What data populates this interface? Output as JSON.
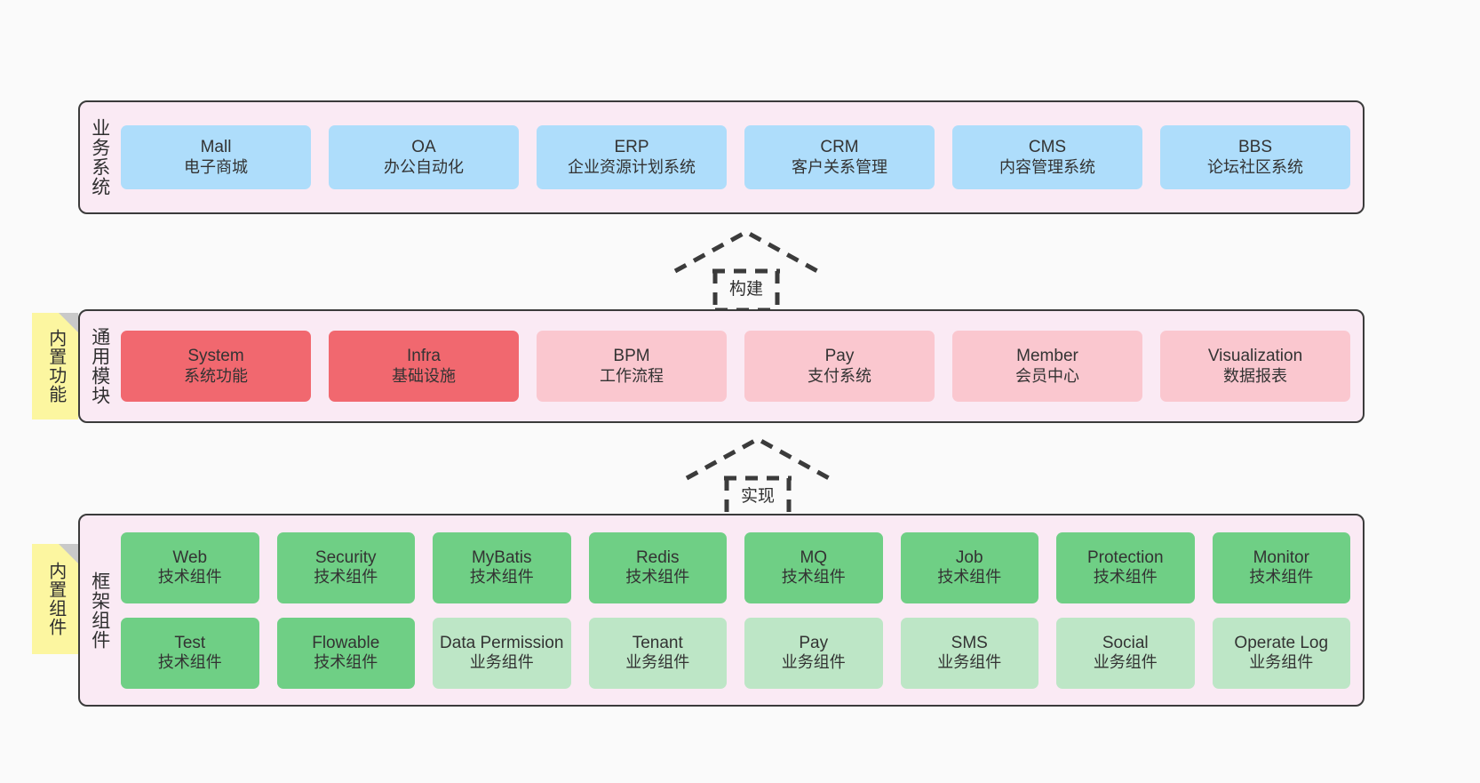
{
  "diagram": {
    "title": "",
    "background": "#fafafa",
    "colors": {
      "layer_fill": "#FAEAF4",
      "layer_border": "#3b3b3b",
      "business_cell": "#AEDDFB",
      "core_module": "#F1686F",
      "optional_module": "#FAC7CF",
      "tech_component": "#6FCF85",
      "business_component": "#BDE6C6",
      "sticky_note": "#FCF6A0",
      "sticky_fold": "#c9c9c9"
    }
  },
  "layers": {
    "business": {
      "title": "业务系统",
      "rows": [
        [
          {
            "en": "Mall",
            "cn": "电子商城"
          },
          {
            "en": "OA",
            "cn": "办公自动化"
          },
          {
            "en": "ERP",
            "cn": "企业资源计划系统"
          },
          {
            "en": "CRM",
            "cn": "客户关系管理"
          },
          {
            "en": "CMS",
            "cn": "内容管理系统"
          },
          {
            "en": "BBS",
            "cn": "论坛社区系统"
          }
        ]
      ]
    },
    "common": {
      "title": "通用模块",
      "rows": [
        [
          {
            "en": "System",
            "cn": "系统功能",
            "style": "c-red"
          },
          {
            "en": "Infra",
            "cn": "基础设施",
            "style": "c-red"
          },
          {
            "en": "BPM",
            "cn": "工作流程",
            "style": "c-pink"
          },
          {
            "en": "Pay",
            "cn": "支付系统",
            "style": "c-pink"
          },
          {
            "en": "Member",
            "cn": "会员中心",
            "style": "c-pink"
          },
          {
            "en": "Visualization",
            "cn": "数据报表",
            "style": "c-pink"
          }
        ]
      ]
    },
    "framework": {
      "title": "框架组件",
      "rows": [
        [
          {
            "en": "Web",
            "cn": "技术组件",
            "style": "c-green"
          },
          {
            "en": "Security",
            "cn": "技术组件",
            "style": "c-green"
          },
          {
            "en": "MyBatis",
            "cn": "技术组件",
            "style": "c-green"
          },
          {
            "en": "Redis",
            "cn": "技术组件",
            "style": "c-green"
          },
          {
            "en": "MQ",
            "cn": "技术组件",
            "style": "c-green"
          },
          {
            "en": "Job",
            "cn": "技术组件",
            "style": "c-green"
          },
          {
            "en": "Protection",
            "cn": "技术组件",
            "style": "c-green"
          },
          {
            "en": "Monitor",
            "cn": "技术组件",
            "style": "c-green"
          }
        ],
        [
          {
            "en": "Test",
            "cn": "技术组件",
            "style": "c-green"
          },
          {
            "en": "Flowable",
            "cn": "技术组件",
            "style": "c-green"
          },
          {
            "en": "Data Permission",
            "cn": "业务组件",
            "style": "c-lightgreen"
          },
          {
            "en": "Tenant",
            "cn": "业务组件",
            "style": "c-lightgreen"
          },
          {
            "en": "Pay",
            "cn": "业务组件",
            "style": "c-lightgreen"
          },
          {
            "en": "SMS",
            "cn": "业务组件",
            "style": "c-lightgreen"
          },
          {
            "en": "Social",
            "cn": "业务组件",
            "style": "c-lightgreen"
          },
          {
            "en": "Operate Log",
            "cn": "业务组件",
            "style": "c-lightgreen"
          }
        ]
      ]
    }
  },
  "notes": [
    {
      "label": "内置功能"
    },
    {
      "label": "内置组件"
    }
  ],
  "connectors": [
    {
      "label": "构建"
    },
    {
      "label": "实现"
    }
  ]
}
